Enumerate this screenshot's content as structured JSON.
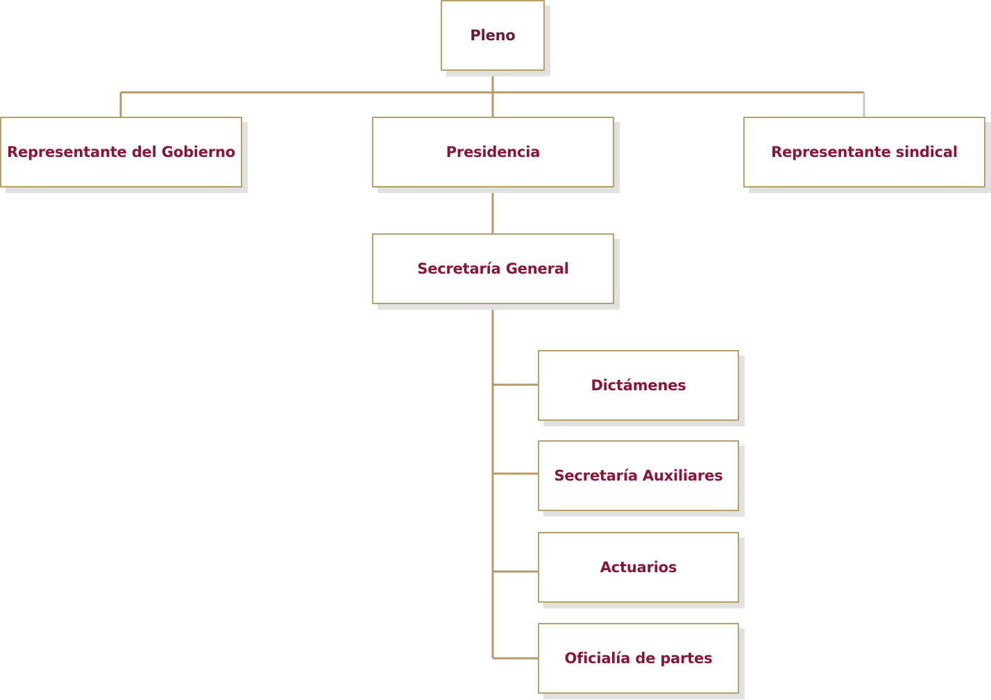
{
  "colors": {
    "connector": "#b39a68",
    "box_border": "#b8a06a",
    "label": "#8a1538",
    "shadow": "#e1e1e1"
  },
  "nodes": {
    "pleno": "Pleno",
    "gobierno": "Representante del Gobierno",
    "presidencia": "Presidencia",
    "sindical": "Representante sindical",
    "secretaria_general": "Secretaría General",
    "dictamenes": "Dictámenes",
    "secretaria_auxiliares": "Secretaría Auxiliares",
    "actuarios": "Actuarios",
    "oficialia": "Oficialía de partes"
  }
}
